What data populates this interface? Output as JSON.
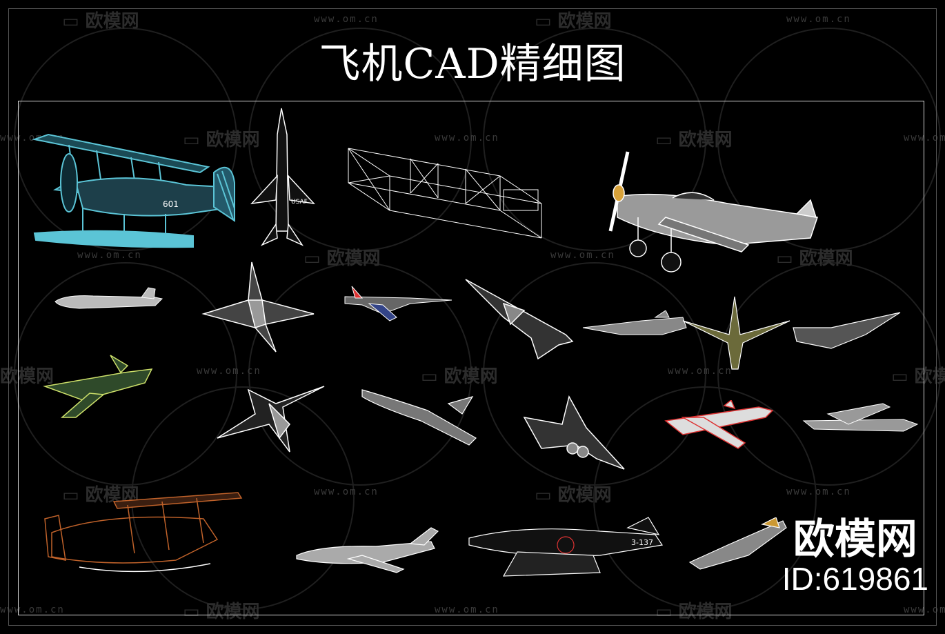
{
  "title": "飞机CAD精细图",
  "watermark": {
    "cn": "欧模网",
    "url": "www.om.cn"
  },
  "brand": {
    "name": "欧模网",
    "id": "ID:619861"
  },
  "plane_markings": {
    "seaplane_number": "601",
    "zero_tail": "3-137",
    "usaf": "USAF"
  },
  "colors": {
    "background": "#000000",
    "line": "#ffffff",
    "seaplane": "#5bc4d6",
    "biplane": "#c0622a"
  }
}
